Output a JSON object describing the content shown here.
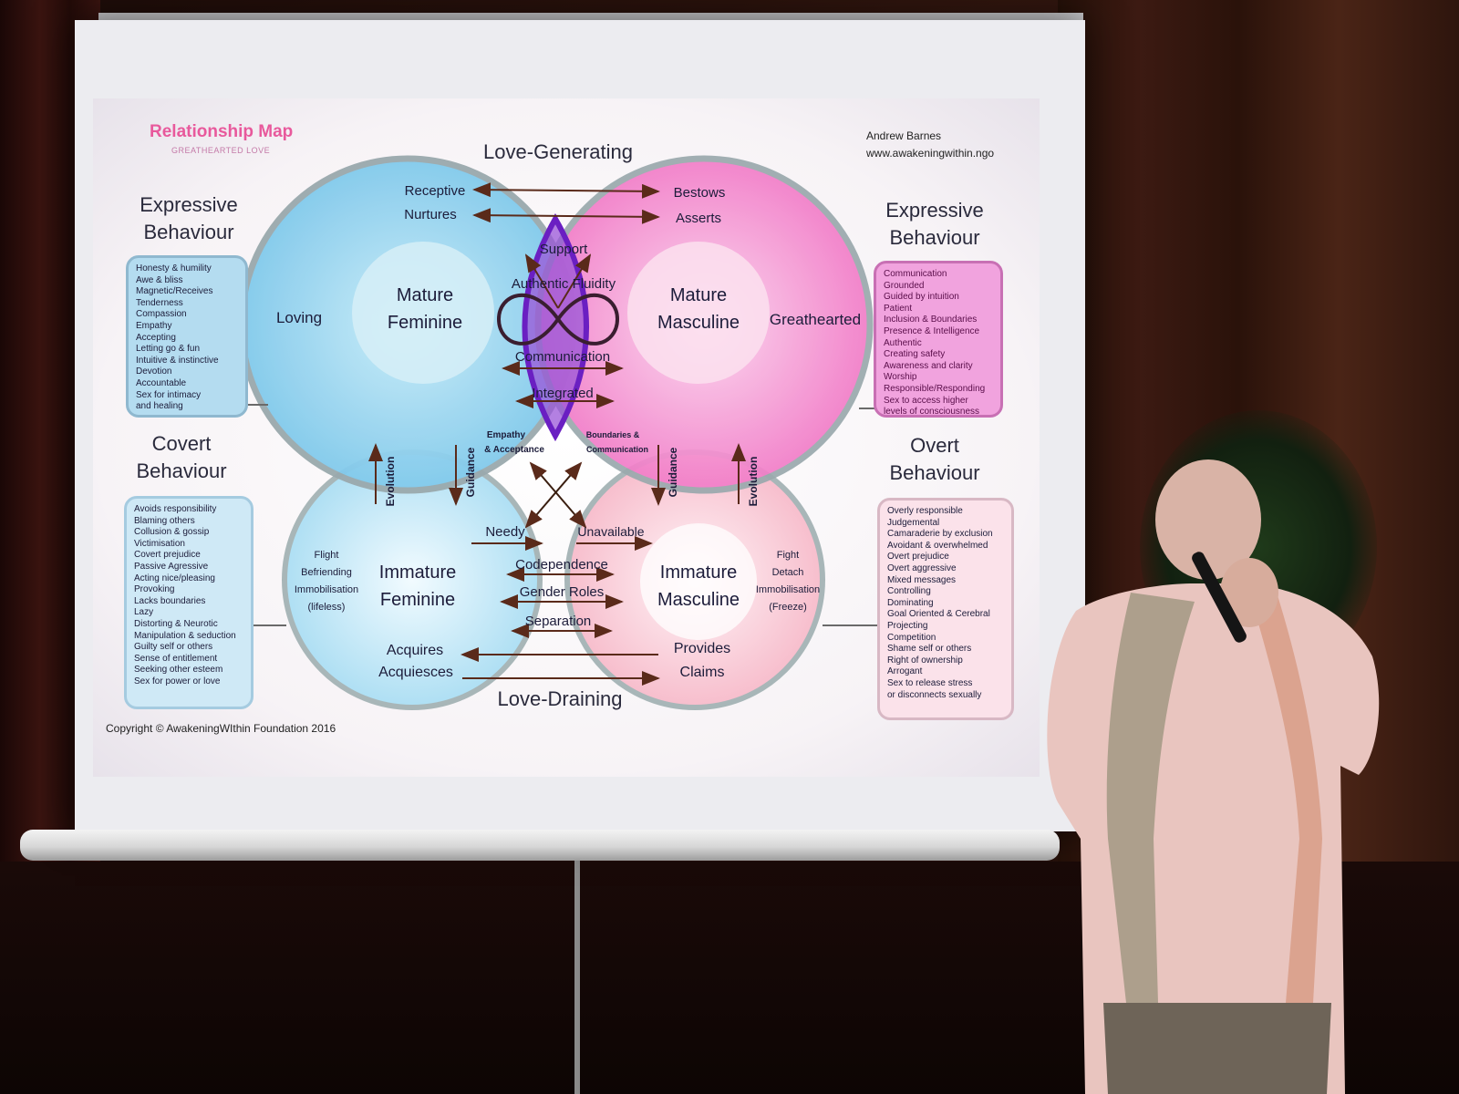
{
  "slide": {
    "title": "Relationship Map",
    "subtitle": "GREATHEARTED LOVE",
    "author": "Andrew Barnes",
    "website": "www.awakeningwithin.ngo",
    "copyright": "Copyright © AwakeningWIthin Foundation 2016",
    "top_label": "Love-Generating",
    "bottom_label": "Love-Draining"
  },
  "left_top": {
    "heading_1": "Expressive",
    "heading_2": "Behaviour",
    "items": [
      "Honesty & humility",
      "Awe & bliss",
      "Magnetic/Receives",
      "Tenderness",
      "Compassion",
      "Empathy",
      "Accepting",
      "Letting go & fun",
      "Intuitive & instinctive",
      "Devotion",
      "Accountable",
      "Sex for intimacy",
      "and healing"
    ]
  },
  "left_bottom": {
    "heading_1": "Covert",
    "heading_2": "Behaviour",
    "items": [
      "Avoids responsibility",
      "Blaming others",
      "Collusion & gossip",
      "Victimisation",
      "Covert prejudice",
      "Passive Agressive",
      "Acting nice/pleasing",
      "Provoking",
      "Lacks boundaries",
      "Lazy",
      "Distorting & Neurotic",
      "Manipulation & seduction",
      "Guilty self or others",
      "Sense of entitlement",
      "Seeking other esteem",
      "Sex for power or love"
    ]
  },
  "right_top": {
    "heading_1": "Expressive",
    "heading_2": "Behaviour",
    "items": [
      "Communication",
      "Grounded",
      "Guided by intuition",
      "Patient",
      "Inclusion & Boundaries",
      "Presence & Intelligence",
      "Authentic",
      "Creating safety",
      "Awareness and clarity",
      "Worship",
      "Responsible/Responding",
      "Sex to access higher",
      "levels of consciousness"
    ]
  },
  "right_bottom": {
    "heading_1": "Overt",
    "heading_2": "Behaviour",
    "items": [
      "Overly responsible",
      "Judgemental",
      "Camaraderie by exclusion",
      "Avoidant & overwhelmed",
      "Overt prejudice",
      "Overt aggressive",
      "Mixed messages",
      "Controlling",
      "Dominating",
      "Goal Oriented & Cerebral",
      "Projecting",
      "Competition",
      "Shame self or others",
      "Right of ownership",
      "Arrogant",
      "Sex to release stress",
      "or disconnects sexually"
    ]
  },
  "circles": {
    "mature_feminine": {
      "line1": "Mature",
      "line2": "Feminine",
      "side": "Loving"
    },
    "mature_masculine": {
      "line1": "Mature",
      "line2": "Masculine",
      "side": "Greathearted"
    },
    "immature_feminine": {
      "line1": "Immature",
      "line2": "Feminine",
      "side1": "Flight",
      "side2": "Befriending",
      "side3": "Immobilisation",
      "side4": "(lifeless)"
    },
    "immature_masculine": {
      "line1": "Immature",
      "line2": "Masculine",
      "side1": "Fight",
      "side2": "Detach",
      "side3": "Immobilisation",
      "side4": "(Freeze)"
    }
  },
  "arrows": {
    "receptive": "Receptive",
    "nurtures": "Nurtures",
    "bestows": "Bestows",
    "asserts": "Asserts",
    "support": "Support",
    "authentic_fluidity": "Authentic Fluidity",
    "communication": "Communication",
    "integrated": "Integrated",
    "empathy_1": "Empathy",
    "empathy_2": "& Acceptance",
    "boundaries_1": "Boundaries &",
    "boundaries_2": "Communication",
    "evolution": "Evolution",
    "guidance": "Guidance",
    "needy": "Needy",
    "unavailable": "Unavailable",
    "codependence": "Codependence",
    "gender_roles": "Gender Roles",
    "separation": "Separation",
    "acquires": "Acquires",
    "acquiesces": "Acquiesces",
    "provides": "Provides",
    "claims": "Claims"
  },
  "colors": {
    "feminine_blue": "#8fd0ee",
    "masculine_pink": "#f37cc6",
    "integration_purple": "#7a2ed0",
    "title_pink": "#e8599c",
    "arrow_brown": "#5a2a1a"
  }
}
